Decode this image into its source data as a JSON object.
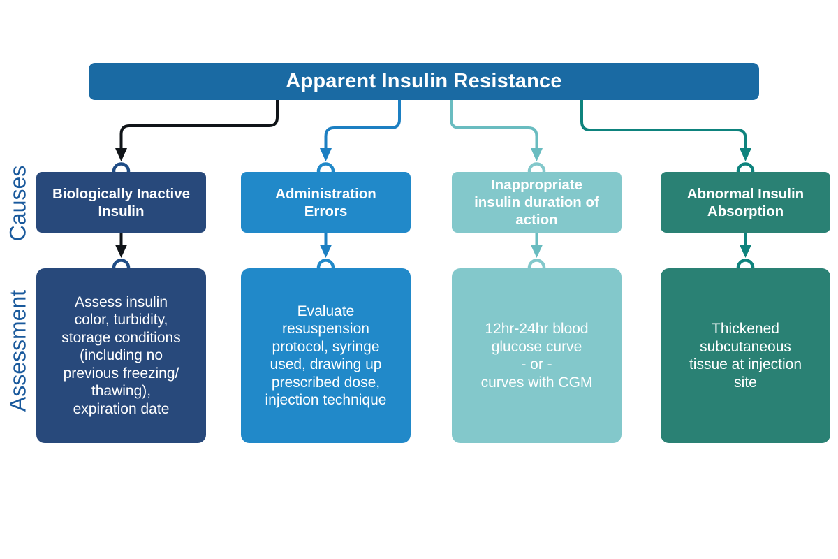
{
  "title": "Apparent Insulin Resistance",
  "row_labels": {
    "causes": "Causes",
    "assessment": "Assessment"
  },
  "colors": {
    "background": "#ffffff",
    "banner": "#1A6AA3",
    "banner_text": "#ffffff",
    "side_label": "#19599C"
  },
  "columns": [
    {
      "id": "biologically-inactive-insulin",
      "cause": "Biologically Inactive\nInsulin",
      "assessment": "Assess insulin\ncolor, turbidity,\nstorage conditions\n(including no\nprevious freezing/\nthawing),\nexpiration date",
      "box_color": "#28497B",
      "connector_color": "#101418",
      "ring_color": "#1F4C85",
      "text_color": "#ffffff"
    },
    {
      "id": "administration-errors",
      "cause": "Administration\nErrors",
      "assessment": "Evaluate\nresuspension\nprotocol, syringe\nused, drawing up\nprescribed dose,\ninjection technique",
      "box_color": "#2189C9",
      "connector_color": "#1C7FC2",
      "ring_color": "#2189C9",
      "text_color": "#ffffff"
    },
    {
      "id": "inappropriate-insulin-duration",
      "cause": "Inappropriate\ninsulin duration of\naction",
      "assessment": "12hr-24hr blood\nglucose curve\n- or -\ncurves with CGM",
      "box_color": "#83C8CB",
      "connector_color": "#69BCC0",
      "ring_color": "#83C8CB",
      "text_color": "#ffffff"
    },
    {
      "id": "abnormal-insulin-absorption",
      "cause": "Abnormal Insulin\nAbsorption",
      "assessment": "Thickened\nsubcutaneous\ntissue at injection\nsite",
      "box_color": "#2A8174",
      "connector_color": "#0E837D",
      "ring_color": "#0E837D",
      "text_color": "#ffffff"
    }
  ]
}
